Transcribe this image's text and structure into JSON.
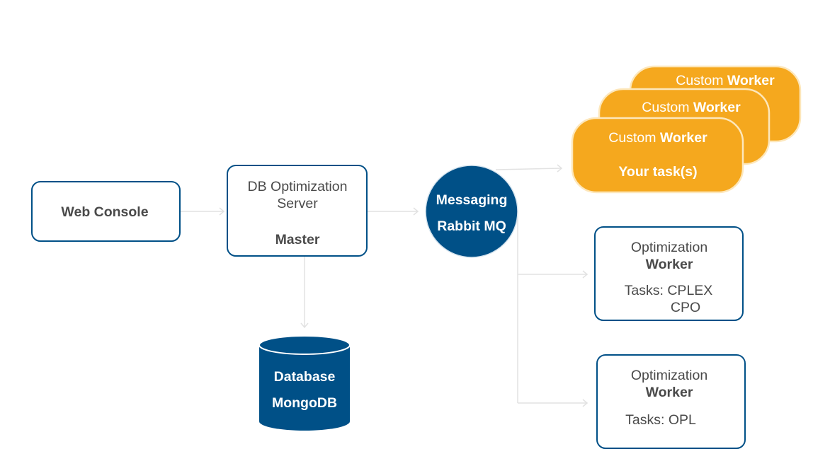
{
  "web_console": {
    "label": "Web Console"
  },
  "server": {
    "line1": "DB Optimization",
    "line2": "Server",
    "role": "Master"
  },
  "messaging": {
    "line1": "Messaging",
    "line2": "Rabbit MQ"
  },
  "database": {
    "line1": "Database",
    "line2": "MongoDB"
  },
  "custom_workers": [
    {
      "prefix": "Custom ",
      "suffix": "Worker"
    },
    {
      "prefix": "Custom ",
      "suffix": "Worker"
    },
    {
      "prefix": "Custom ",
      "suffix": "Worker",
      "tasks": "Your task(s)"
    }
  ],
  "optimization_workers": [
    {
      "line1": "Optimization",
      "line2": "Worker",
      "tasks_line1": "Tasks: CPLEX",
      "tasks_line2": "CPO"
    },
    {
      "line1": "Optimization",
      "line2": "Worker",
      "tasks_line1": "Tasks: OPL"
    }
  ],
  "colors": {
    "navy": "#005087",
    "orange": "#f5a81e",
    "text": "#4a4a4a",
    "connector": "#e2e2e2"
  }
}
